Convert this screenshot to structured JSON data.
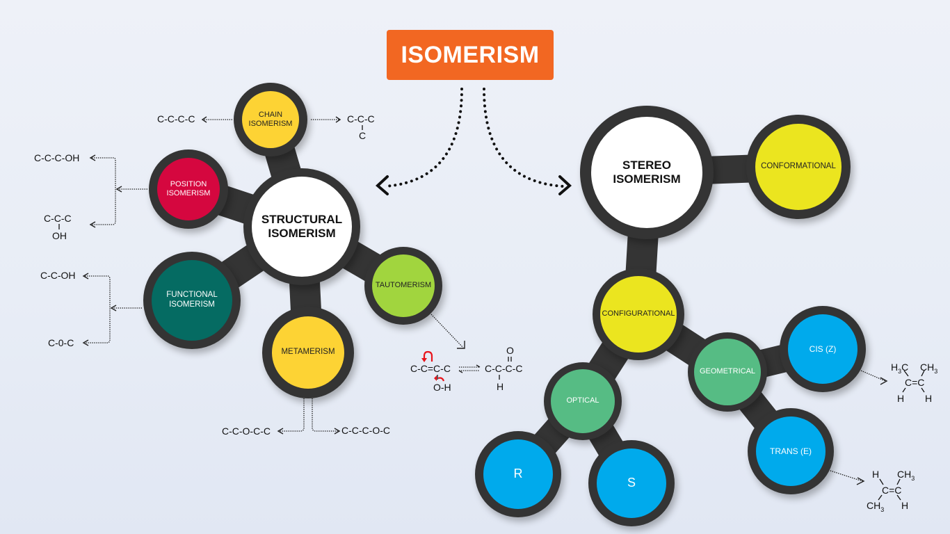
{
  "title": "ISOMERISM",
  "colors": {
    "title_bg": "#f26722",
    "node_ring": "#343434",
    "white": "#ffffff",
    "yellow_warm": "#fdd334",
    "red": "#d5073f",
    "teal": "#056b62",
    "lime": "#a1d53e",
    "yellow_bright": "#ebe51f",
    "green": "#56bc84",
    "blue": "#00aaec",
    "red_arrow": "#e8141b"
  },
  "nodes": {
    "structural": {
      "line1": "STRUCTURAL",
      "line2": "ISOMERISM"
    },
    "chain": {
      "line1": "CHAIN",
      "line2": "ISOMERISM"
    },
    "position": {
      "line1": "POSITION",
      "line2": "ISOMERISM"
    },
    "functional": {
      "line1": "FUNCTIONAL",
      "line2": "ISOMERISM"
    },
    "metamerism": {
      "line1": "METAMERISM"
    },
    "tautomerism": {
      "line1": "TAUTOMERISM"
    },
    "stereo": {
      "line1": "STEREO",
      "line2": "ISOMERISM"
    },
    "conformational": {
      "line1": "CONFORMATIONAL"
    },
    "configurational": {
      "line1": "CONFIGURATIONAL"
    },
    "geometrical": {
      "line1": "GEOMETRICAL"
    },
    "optical": {
      "line1": "OPTICAL"
    },
    "cis": {
      "line1": "CIS (Z)"
    },
    "trans": {
      "line1": "TRANS (E)"
    },
    "r": {
      "line1": "R"
    },
    "s": {
      "line1": "S"
    }
  },
  "examples": {
    "chain": {
      "left": "C-C-C-C",
      "right_top": "C-C-C",
      "right_branch": "C"
    },
    "position": {
      "top": "C-C-C-OH",
      "bottom_top": "C-C-C",
      "bottom_branch": "OH"
    },
    "functional": {
      "top": "C-C-OH",
      "bottom": "C-0-C"
    },
    "metamerism": {
      "left": "C-C-O-C-C",
      "right": "C-C-C-O-C"
    },
    "tautomerism": {
      "enol": "C-C=C-C",
      "enol_sub": "O-H",
      "keto": "C-C-C-C",
      "keto_top": "O",
      "keto_bottom": "H"
    },
    "cis": {
      "tl": "H3C",
      "tr": "CH3",
      "center": "C=C",
      "bl": "H",
      "br": "H"
    },
    "trans": {
      "tl": "H",
      "tr": "CH3",
      "center": "C=C",
      "bl": "CH3",
      "br": "H"
    }
  }
}
